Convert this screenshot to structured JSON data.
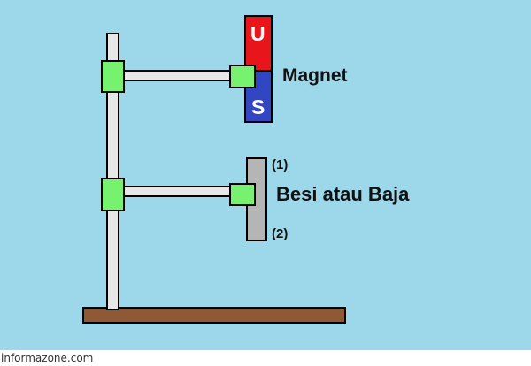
{
  "magnet": {
    "north_pole_letter": "U",
    "south_pole_letter": "S",
    "label": "Magnet",
    "north_color": "#e8161b",
    "south_color": "#3246c4"
  },
  "iron_bar": {
    "label": "Besi atau Baja",
    "top_end_label": "(1)",
    "bottom_end_label": "(2)",
    "color": "#b5b5b5"
  },
  "stand": {
    "pole_color": "#e7e7e7",
    "clamp_color": "#77f26e",
    "base_color": "#8f5936"
  },
  "background_color": "#9dd8ea",
  "watermark": "informazone.com"
}
